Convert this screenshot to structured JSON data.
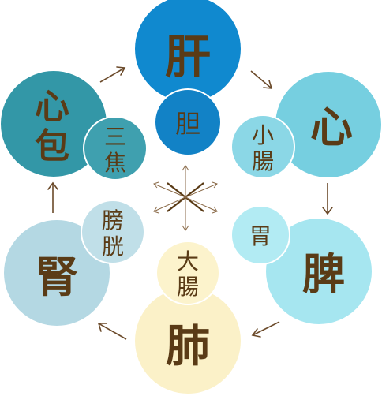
{
  "organs": {
    "liver": {
      "zang": "肝",
      "fu": "胆",
      "zang_color": "#1089cf",
      "fu_color": "#1282c6"
    },
    "heart": {
      "zang": "心",
      "fu_line1": "小",
      "fu_line2": "腸",
      "zang_color": "#76cfe0",
      "fu_color": "#8bd7e6"
    },
    "spleen": {
      "zang": "脾",
      "fu": "胃",
      "zang_color": "#a6e6f0",
      "fu_color": "#b2ebf3"
    },
    "lung": {
      "zang": "肺",
      "fu_line1": "大",
      "fu_line2": "腸",
      "zang_color": "#fbf1c8",
      "fu_color": "#fcf3cc"
    },
    "kidney": {
      "zang": "腎",
      "fu_line1": "膀",
      "fu_line2": "胱",
      "zang_color": "#b4d8e3",
      "fu_color": "#c0dfe8"
    },
    "pericardium": {
      "zang_line1": "心",
      "zang_line2": "包",
      "fu_line1": "三",
      "fu_line2": "焦",
      "zang_color": "#3397a7",
      "fu_color": "#3fa0af"
    }
  },
  "colors": {
    "text": "#5a3b16",
    "arrow": "#6b4a2a",
    "background": "#ffffff"
  }
}
